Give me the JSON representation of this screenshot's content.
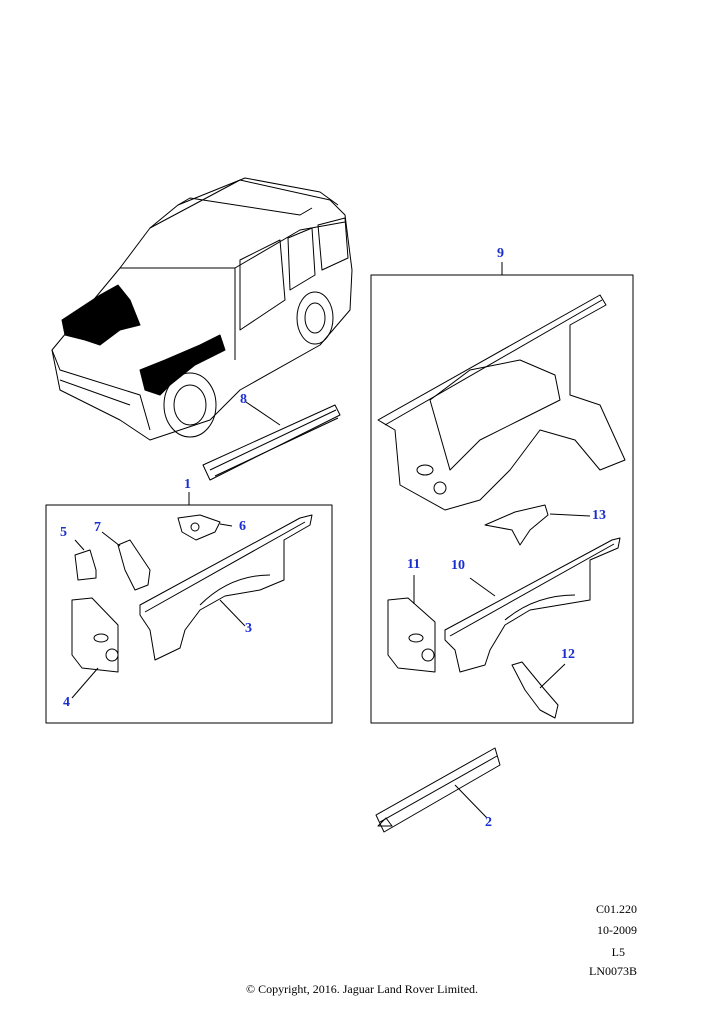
{
  "callouts": {
    "n1": "1",
    "n2": "2",
    "n3": "3",
    "n4": "4",
    "n5": "5",
    "n6": "6",
    "n7": "7",
    "n8": "8",
    "n9": "9",
    "n10": "10",
    "n11": "11",
    "n12": "12",
    "n13": "13"
  },
  "illustration_code": "C01.220",
  "date": "10-2009",
  "level": "L5",
  "ref": "LN0073B",
  "copyright": "© Copyright, 2016. Jaguar Land Rover Limited.",
  "colors": {
    "callout": "#1a2fd0",
    "line": "#000000"
  }
}
